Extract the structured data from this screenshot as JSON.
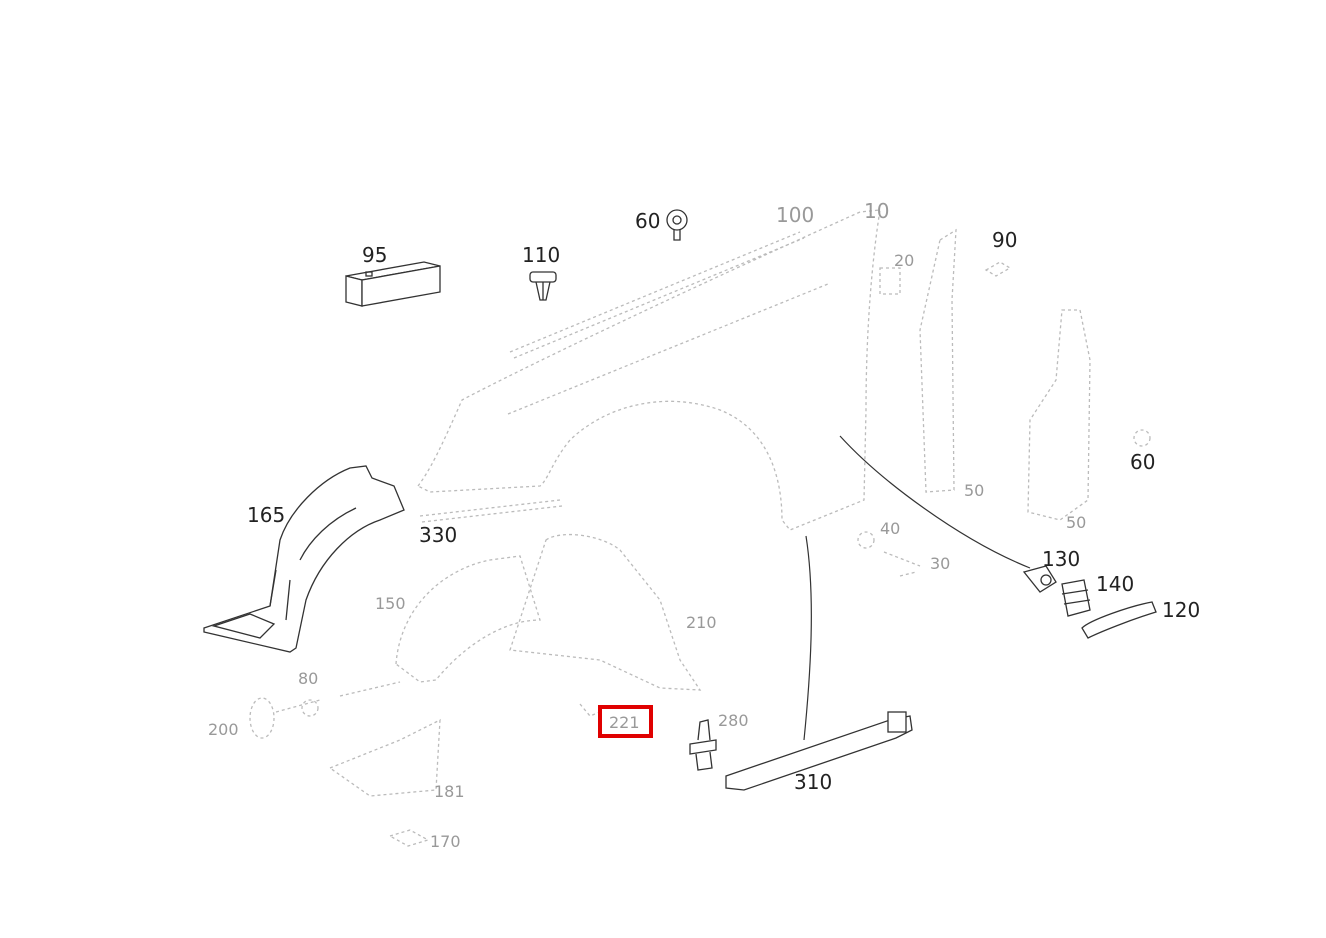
{
  "labels": {
    "p95": "95",
    "p110": "110",
    "p60_top": "60",
    "p100": "100",
    "p10": "10",
    "p20": "20",
    "p90": "90",
    "p60_right": "60",
    "p165": "165",
    "p330": "330",
    "p150": "150",
    "p210": "210",
    "p40": "40",
    "p30": "30",
    "p130": "130",
    "p140": "140",
    "p120": "120",
    "p50_a": "50",
    "p50_b": "50",
    "p200": "200",
    "p80": "80",
    "p181": "181",
    "p170": "170",
    "p221": "221",
    "p280": "280",
    "p310": "310"
  },
  "highlight": {
    "label": "221",
    "color": "#e00000"
  }
}
